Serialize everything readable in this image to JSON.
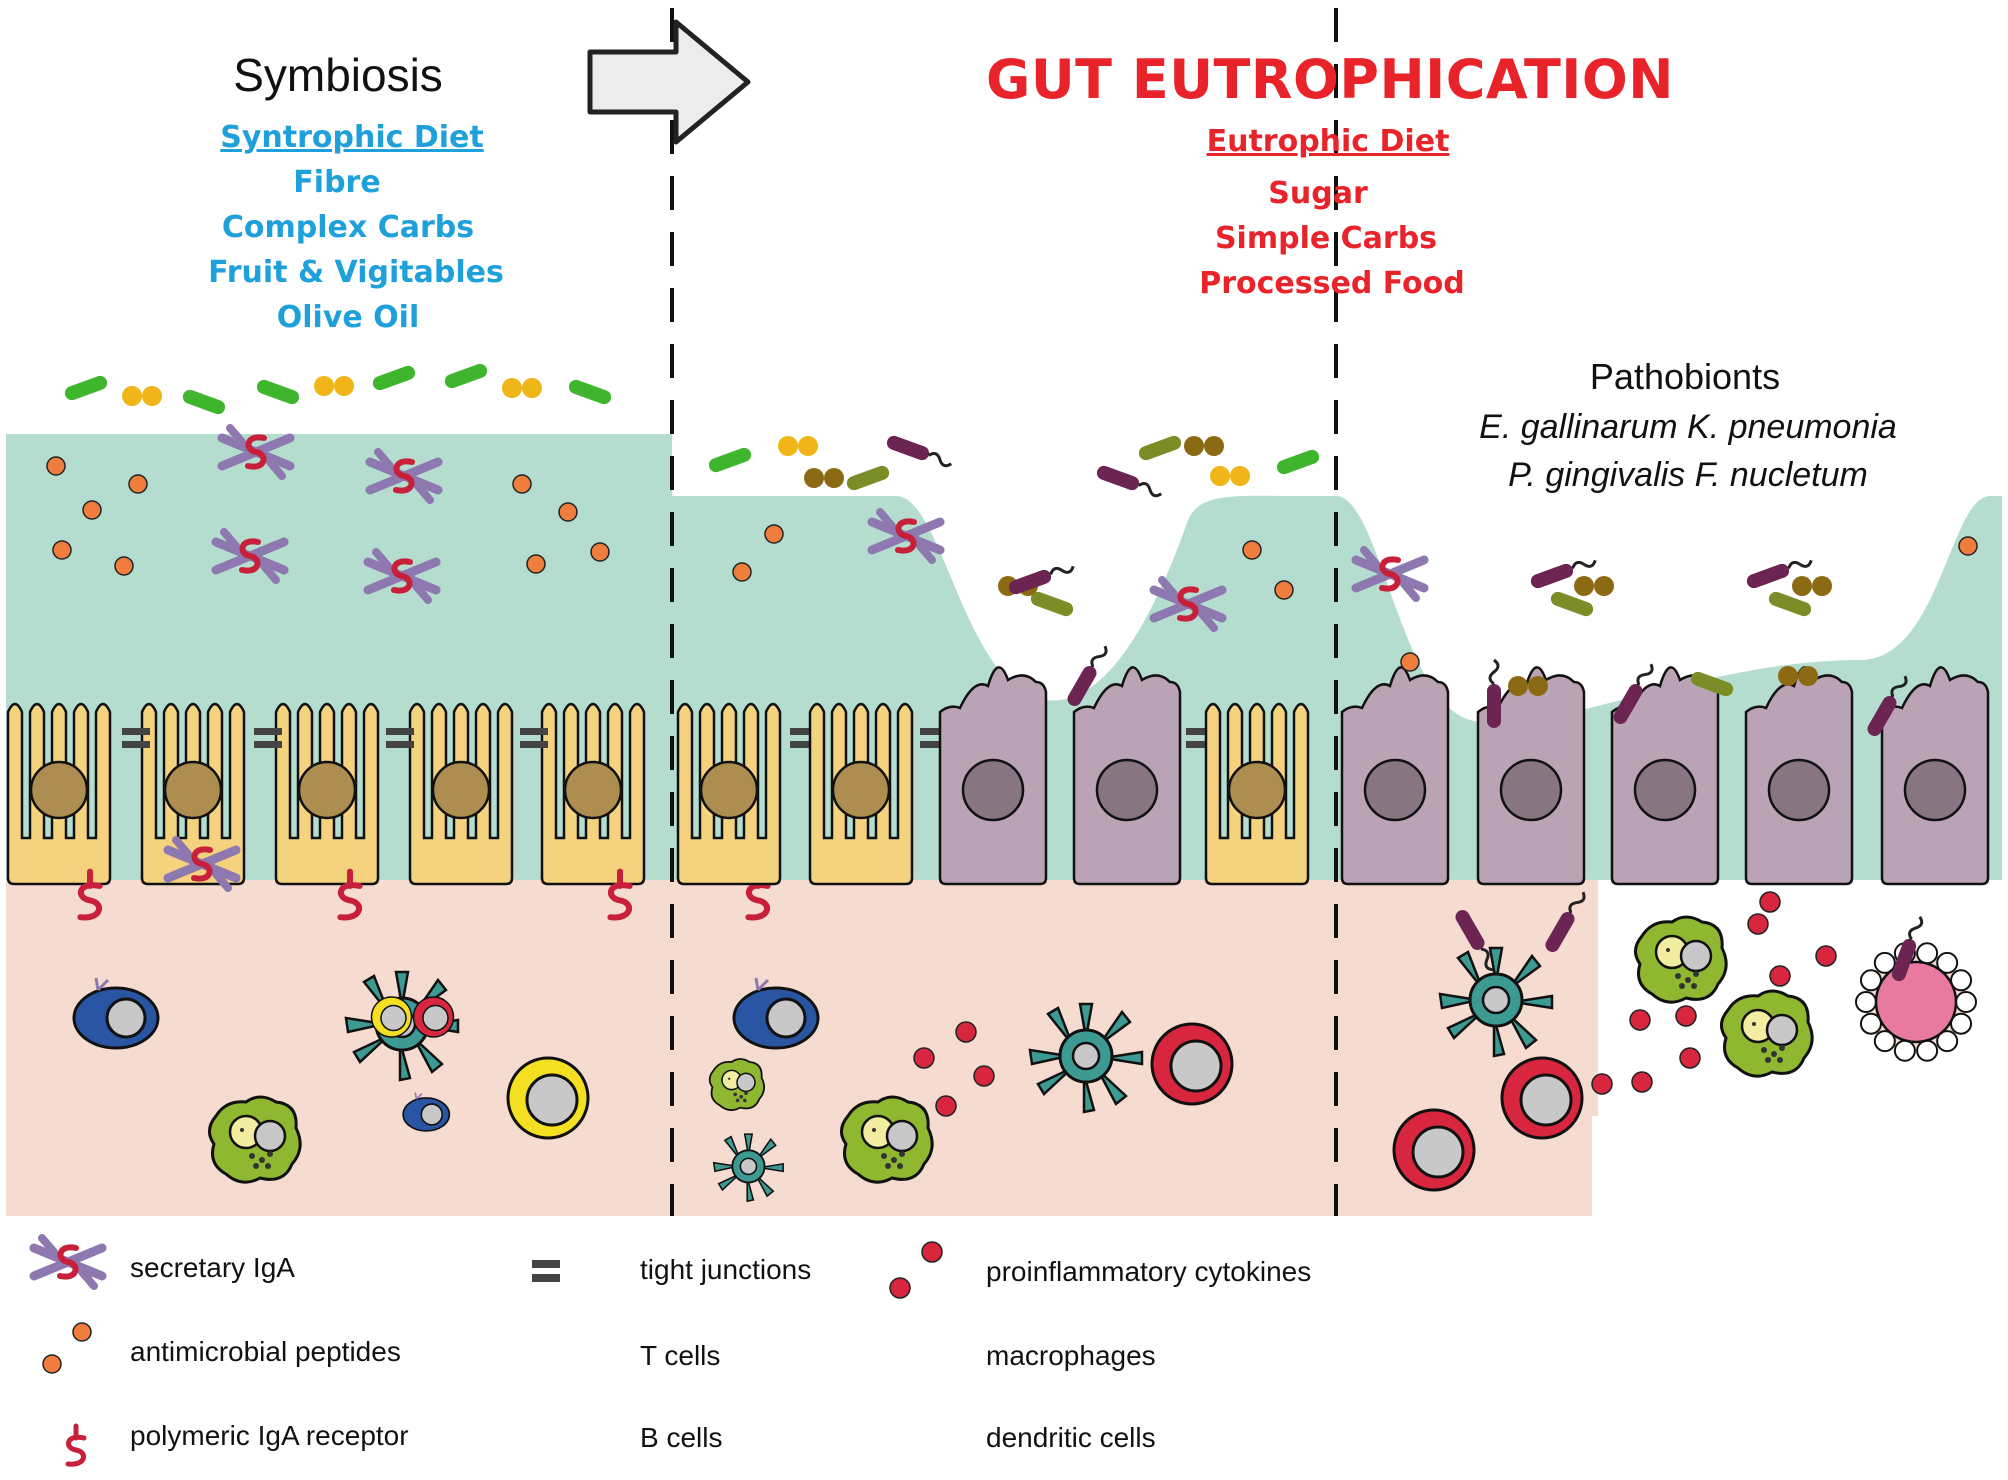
{
  "symbiosis": {
    "title": "Symbiosis",
    "diet_title": "Syntrophic Diet",
    "diet_items": [
      "Fibre",
      "Complex Carbs",
      "Fruit & Vigitables",
      "Olive Oil"
    ],
    "color": "#1ea0db"
  },
  "eutrophication": {
    "title": "GUT EUTROPHICATION",
    "diet_title": "Eutrophic Diet",
    "diet_items": [
      "Sugar",
      "Simple Carbs",
      "Processed Food"
    ],
    "color": "#e8232a"
  },
  "pathobionts": {
    "title": "Pathobionts",
    "species_line1": "E. gallinarum K. pneumonia",
    "species_line2": "P. gingivalis F. nucletum"
  },
  "legend": {
    "secretory_iga": "secretary IgA",
    "antimicrobial_peptides": "antimicrobial peptides",
    "pigr": "polymeric IgA receptor",
    "tight_junctions": "tight junctions",
    "t_cells": "T cells",
    "b_cells": "B cells",
    "cytokines": "proinflammatory cytokines",
    "macrophages": "macrophages",
    "dendritic_cells": "dendritic cells"
  },
  "colors": {
    "mucus": "#b4ddd0",
    "lamina_propria": "#f6dcd0",
    "healthy_cell": "#f4d27e",
    "healthy_nucleus": "#ad8e50",
    "inflamed_cell": "#b9a3b5",
    "inflamed_nucleus": "#877582",
    "peptide": "#ef7e3e",
    "cytokine": "#d7263d",
    "iga": "#8e78b0",
    "pigr": "#c8203a",
    "b_cell": "#2955a3",
    "t_cell_yellow": "#f4e020",
    "t_cell_red": "#d7263d",
    "macrophage": "#8fb830",
    "dendritic": "#3d9a93",
    "bacterium_green": "#3fb52e",
    "bacterium_olive": "#7a8d26",
    "bacterium_purple": "#6c2452",
    "coccus_yellow": "#f0b518",
    "coccus_brown": "#8c6a14"
  }
}
